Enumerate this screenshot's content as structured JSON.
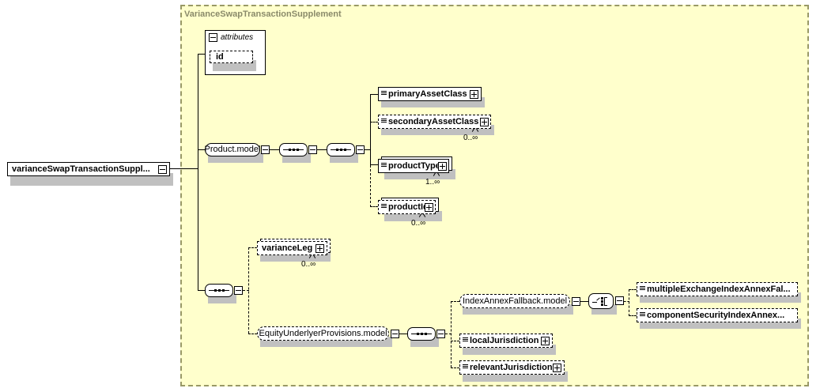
{
  "diagram": {
    "type": "xml-schema-diagram",
    "root": {
      "name": "varianceSwapTransactionSuppl...",
      "toggle": "minus"
    },
    "container": {
      "title": "VarianceSwapTransactionSupplement",
      "fill": "#ffffcc",
      "border": "#999966"
    },
    "attributes_panel": {
      "label": "attributes",
      "toggle": "minus",
      "items": [
        {
          "name": "id",
          "optional": true
        }
      ]
    },
    "nodes": {
      "product_model": {
        "label": "Product.model",
        "toggle": "minus",
        "kind": "model-group"
      },
      "sequence_1": {
        "kind": "sequence",
        "toggle": "minus"
      },
      "sequence_2": {
        "kind": "sequence",
        "toggle": "minus"
      },
      "sequence_root": {
        "kind": "sequence",
        "toggle": "minus"
      },
      "equity_model": {
        "label": "EquityUnderlyerProvisions.model",
        "toggle": "minus",
        "kind": "model-group",
        "optional": true
      },
      "sequence_3": {
        "kind": "sequence",
        "toggle": "minus"
      },
      "index_annex_model": {
        "label": "IndexAnnexFallback.model",
        "toggle": "minus",
        "kind": "model-group",
        "optional": true
      },
      "choice_1": {
        "kind": "choice",
        "toggle": "minus"
      }
    },
    "elements": [
      {
        "id": "primaryAssetClass",
        "label": "primaryAssetClass",
        "optional": false,
        "toggle": "plus",
        "cardinality": ""
      },
      {
        "id": "secondaryAssetClass",
        "label": "secondaryAssetClass",
        "optional": true,
        "toggle": "plus",
        "cardinality": "0..∞"
      },
      {
        "id": "productType",
        "label": "productType",
        "optional": false,
        "toggle": "plus",
        "cardinality": "1..∞"
      },
      {
        "id": "productId",
        "label": "productId",
        "optional": true,
        "toggle": "plus",
        "cardinality": "0..∞"
      },
      {
        "id": "varianceLeg",
        "label": "varianceLeg",
        "optional": true,
        "toggle": "plus",
        "cardinality": "0..∞"
      },
      {
        "id": "multipleExchangeIndexAnnexFallback",
        "label": "multipleExchangeIndexAnnexFal...",
        "optional": true,
        "toggle": "",
        "cardinality": ""
      },
      {
        "id": "componentSecurityIndexAnnexFallback",
        "label": "componentSecurityIndexAnnex...",
        "optional": true,
        "toggle": "",
        "cardinality": ""
      },
      {
        "id": "localJurisdiction",
        "label": "localJurisdiction",
        "optional": true,
        "toggle": "plus",
        "cardinality": ""
      },
      {
        "id": "relevantJurisdiction",
        "label": "relevantJurisdiction",
        "optional": true,
        "toggle": "plus",
        "cardinality": ""
      }
    ]
  }
}
